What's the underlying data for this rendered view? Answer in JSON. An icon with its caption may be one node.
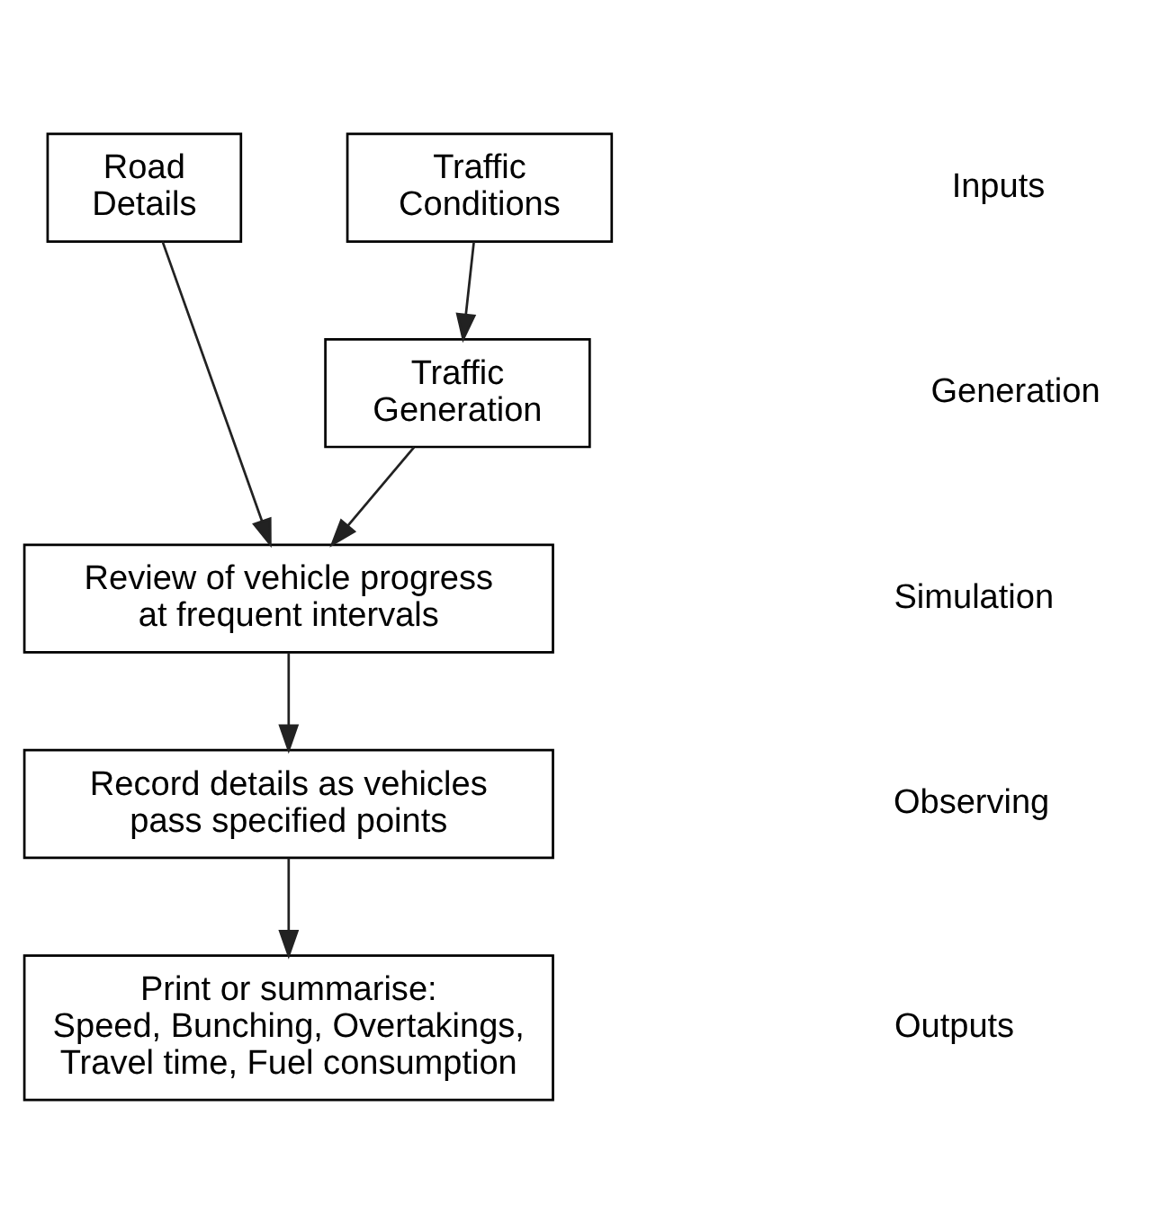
{
  "diagram": {
    "nodes": [
      {
        "text": [
          "Road Details"
        ]
      },
      {
        "text": [
          "Traffic Conditions"
        ]
      },
      {
        "text": [
          "Traffic Generation"
        ]
      },
      {
        "text": [
          "Review of vehicle progress at frequent intervals"
        ]
      },
      {
        "text": [
          "Record details as vehicles pass specified points"
        ]
      },
      {
        "text": [
          "Print or summarise:",
          "Speed, Bunching, Overtakings, Travel time, Fuel consumption"
        ]
      }
    ],
    "edges": [
      {
        "from": 1,
        "to": 2,
        "arrow": "to"
      },
      {
        "from": 0,
        "to": 3,
        "arrow": "to"
      },
      {
        "from": 2,
        "to": 3,
        "arrow": "to"
      },
      {
        "from": 3,
        "to": 4,
        "arrow": "to"
      },
      {
        "from": 4,
        "to": 5,
        "arrow": "to"
      }
    ],
    "labels": [
      "Inputs",
      "Generation",
      "Simulation",
      "Observing",
      "Outputs"
    ]
  }
}
